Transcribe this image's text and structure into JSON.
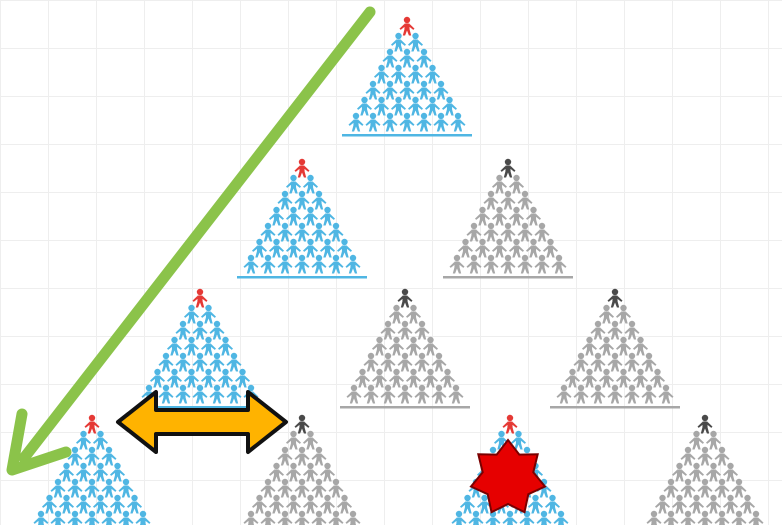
{
  "colors": {
    "background": "#ffffff",
    "grid": "#eeeeee",
    "person_blue": "#4fb6e3",
    "person_gray": "#a7a7a7",
    "leader_red": "#e53935",
    "leader_dark": "#4a4a4a",
    "diagonal_arrow": "#8bc34a",
    "double_arrow_fill": "#ffb300",
    "double_arrow_stroke": "#111111",
    "star_fill": "#e60000",
    "star_stroke": "#7a0000"
  },
  "diagram": {
    "rows": [
      {
        "pyramids": [
          {
            "style": "blue"
          }
        ]
      },
      {
        "pyramids": [
          {
            "style": "blue"
          },
          {
            "style": "gray"
          }
        ]
      },
      {
        "pyramids": [
          {
            "style": "blue"
          },
          {
            "style": "gray"
          },
          {
            "style": "gray"
          }
        ]
      },
      {
        "pyramids": [
          {
            "style": "blue"
          },
          {
            "style": "gray"
          },
          {
            "style": "blue",
            "marker": "star"
          },
          {
            "style": "gray"
          }
        ]
      }
    ],
    "arrows": [
      {
        "type": "diagonal",
        "icon": "diagonal-arrow-icon",
        "direction": "down-left"
      },
      {
        "type": "double",
        "icon": "double-arrow-icon",
        "direction": "left-right"
      }
    ],
    "markers": [
      {
        "shape": "star",
        "icon": "star-icon"
      }
    ]
  }
}
